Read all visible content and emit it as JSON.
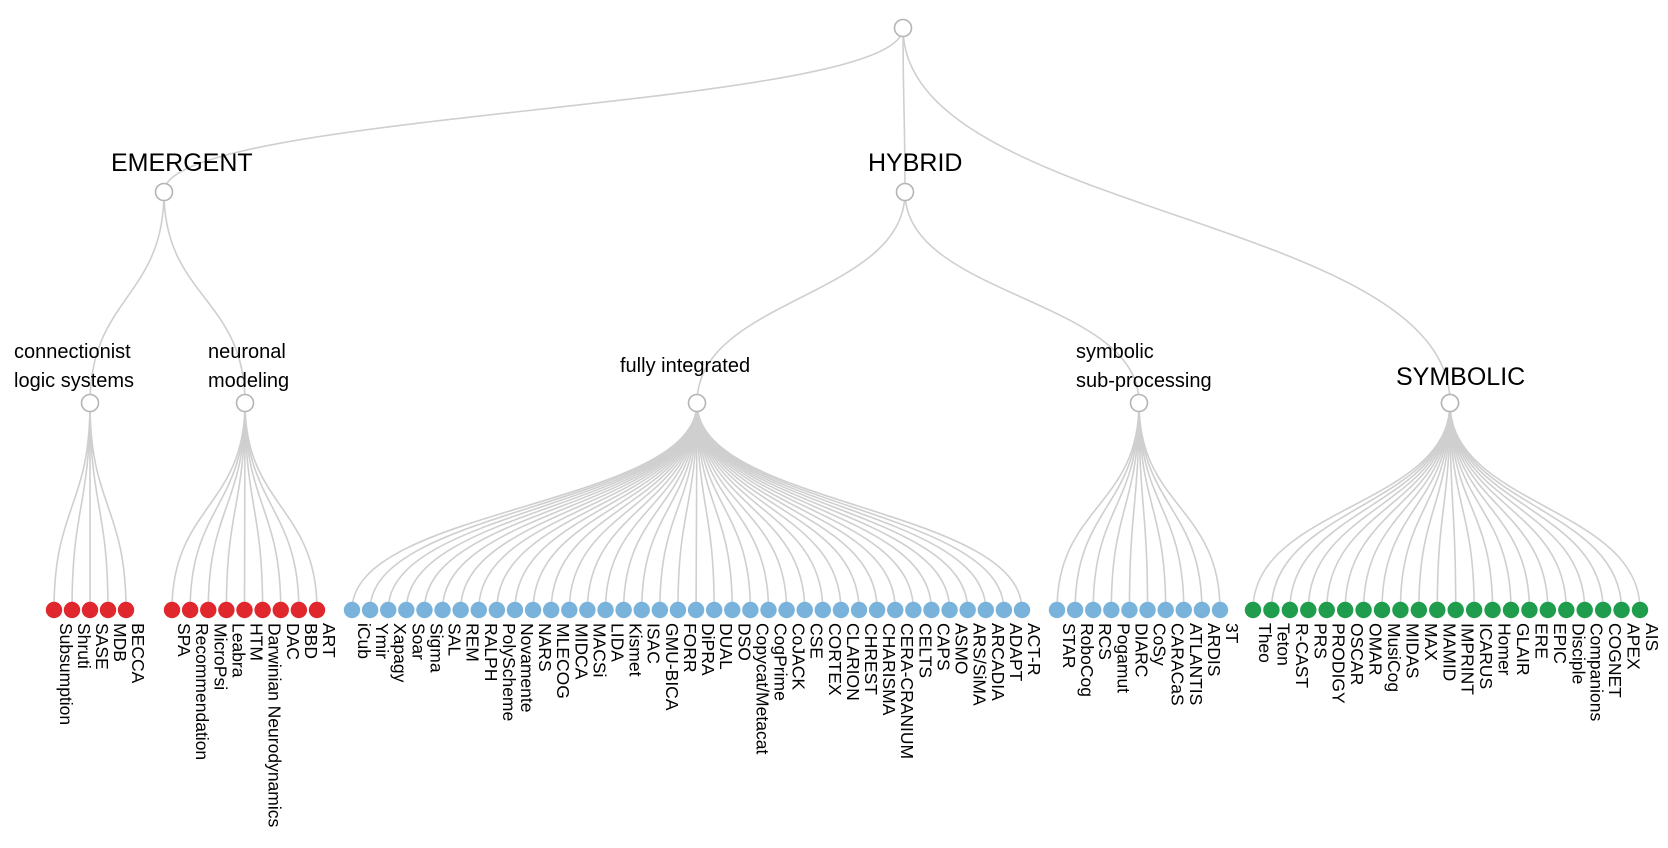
{
  "colors": {
    "link": "#cfcfcf",
    "inner_node_fill": "#ffffff",
    "inner_node_stroke": "#b5b5b5",
    "emergent": "#e0272d",
    "hybrid": "#79b3dc",
    "symbolic": "#1f9d4c"
  },
  "tree": {
    "children": [
      {
        "id": "emergent",
        "label": [
          "EMERGENT"
        ],
        "color_key": "emergent",
        "children": [
          {
            "id": "connectionist",
            "label": [
              "connectionist",
              "logic systems"
            ],
            "leaves": [
              "Subsumption",
              "Shruti",
              "SASE",
              "MDB",
              "BECCA"
            ]
          },
          {
            "id": "neuronal",
            "label": [
              "neuronal",
              "modeling"
            ],
            "leaves": [
              "SPA",
              "Recommendation",
              "MicroPsi",
              "Leabra",
              "HTM",
              "Darwinian Neurodynamics",
              "DAC",
              "BBD",
              "ART"
            ]
          }
        ]
      },
      {
        "id": "hybrid",
        "label": [
          "HYBRID"
        ],
        "color_key": "hybrid",
        "children": [
          {
            "id": "fully-integrated",
            "label": [
              "fully integrated"
            ],
            "leaves": [
              "iCub",
              "Ymir",
              "Xapagy",
              "Soar",
              "Sigma",
              "SAL",
              "REM",
              "RALPH",
              "PolyScheme",
              "Novamente",
              "NARS",
              "MLECOG",
              "MIDCA",
              "MACSi",
              "LIDA",
              "Kismet",
              "ISAC",
              "GMU-BICA",
              "FORR",
              "DiPRA",
              "DUAL",
              "DSO",
              "Copycat/Metacat",
              "CogPrime",
              "CoJACK",
              "CSE",
              "CORTEX",
              "CLARION",
              "CHREST",
              "CHARISMA",
              "CERA-CRANIUM",
              "CELTS",
              "CAPS",
              "ASMO",
              "ARS/SiMA",
              "ARCADIA",
              "ADAPT",
              "ACT-R"
            ]
          },
          {
            "id": "symbolic-sub",
            "label": [
              "symbolic",
              "sub-processing"
            ],
            "leaves": [
              "STAR",
              "RoboCog",
              "RCS",
              "Pogamut",
              "DIARC",
              "CoSy",
              "CARACaS",
              "ATLANTIS",
              "ARDIS",
              "3T"
            ]
          }
        ]
      },
      {
        "id": "symbolic",
        "label": [
          "SYMBOLIC"
        ],
        "color_key": "symbolic",
        "leaves": [
          "Theo",
          "Teton",
          "R-CAST",
          "PRS",
          "PRODIGY",
          "OSCAR",
          "OMAR",
          "MusiCog",
          "MIDAS",
          "MAX",
          "MAMID",
          "IMPRINT",
          "ICARUS",
          "Homer",
          "GLAIR",
          "ERE",
          "EPIC",
          "Disciple",
          "Companions",
          "COGNET",
          "APEX",
          "AIS"
        ]
      }
    ]
  }
}
